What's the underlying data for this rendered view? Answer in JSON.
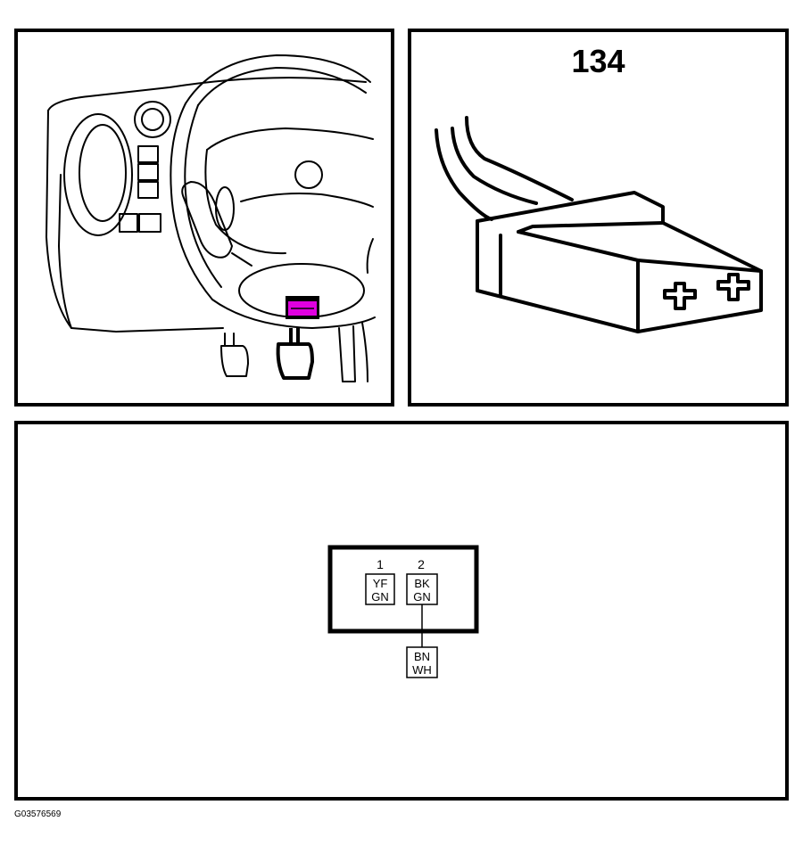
{
  "connector": {
    "number": "134",
    "highlight_color": "#e000e0"
  },
  "pinout": {
    "pins": [
      {
        "number": "1",
        "wire_line1": "YF",
        "wire_line2": "GN"
      },
      {
        "number": "2",
        "wire_line1": "BK",
        "wire_line2": "GN"
      }
    ],
    "spliced_wire": {
      "line1": "BN",
      "line2": "WH"
    }
  },
  "figure_id": "G03576569"
}
